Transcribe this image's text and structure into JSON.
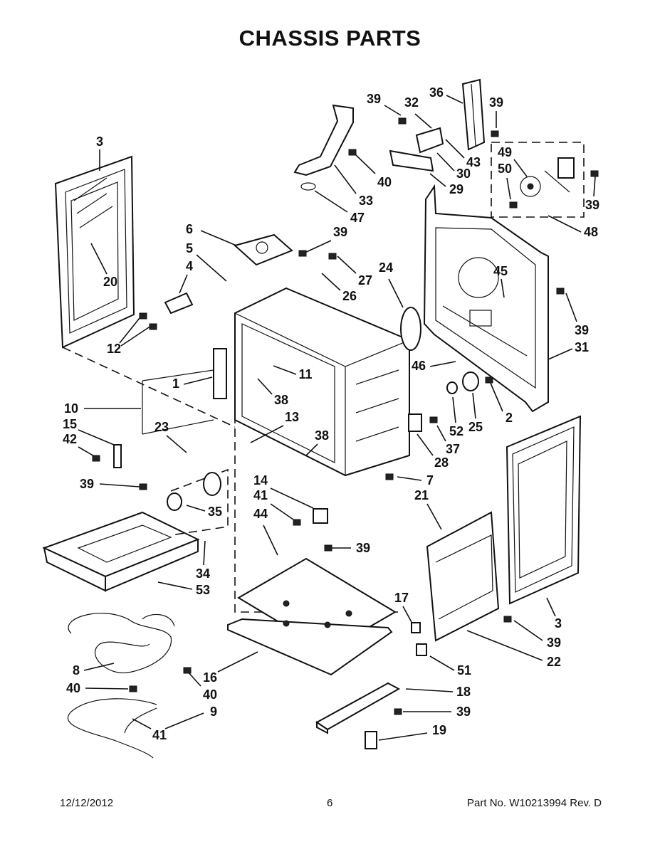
{
  "title": "CHASSIS PARTS",
  "footer": {
    "date": "12/12/2012",
    "page": "6",
    "part_number": "Part No.  W10213994  Rev.  D"
  },
  "callouts": [
    {
      "id": "c3a",
      "text": "3"
    },
    {
      "id": "c20",
      "text": "20"
    },
    {
      "id": "c6",
      "text": "6"
    },
    {
      "id": "c5",
      "text": "5"
    },
    {
      "id": "c4",
      "text": "4"
    },
    {
      "id": "c12",
      "text": "12"
    },
    {
      "id": "c39a",
      "text": "39"
    },
    {
      "id": "c27",
      "text": "27"
    },
    {
      "id": "c26",
      "text": "26"
    },
    {
      "id": "c24",
      "text": "24"
    },
    {
      "id": "c39b",
      "text": "39"
    },
    {
      "id": "c32",
      "text": "32"
    },
    {
      "id": "c36",
      "text": "36"
    },
    {
      "id": "c39c",
      "text": "39"
    },
    {
      "id": "c43",
      "text": "43"
    },
    {
      "id": "c30",
      "text": "30"
    },
    {
      "id": "c40a",
      "text": "40"
    },
    {
      "id": "c29",
      "text": "29"
    },
    {
      "id": "c33",
      "text": "33"
    },
    {
      "id": "c47",
      "text": "47"
    },
    {
      "id": "c49",
      "text": "49"
    },
    {
      "id": "c50",
      "text": "50"
    },
    {
      "id": "c39d",
      "text": "39"
    },
    {
      "id": "c48",
      "text": "48"
    },
    {
      "id": "c45",
      "text": "45"
    },
    {
      "id": "c39e",
      "text": "39"
    },
    {
      "id": "c31",
      "text": "31"
    },
    {
      "id": "c46",
      "text": "46"
    },
    {
      "id": "c2",
      "text": "2"
    },
    {
      "id": "c52",
      "text": "52"
    },
    {
      "id": "c25",
      "text": "25"
    },
    {
      "id": "c37",
      "text": "37"
    },
    {
      "id": "c28",
      "text": "28"
    },
    {
      "id": "c1",
      "text": "1"
    },
    {
      "id": "c11",
      "text": "11"
    },
    {
      "id": "c38a",
      "text": "38"
    },
    {
      "id": "c13",
      "text": "13"
    },
    {
      "id": "c38b",
      "text": "38"
    },
    {
      "id": "c10",
      "text": "10"
    },
    {
      "id": "c15",
      "text": "15"
    },
    {
      "id": "c42",
      "text": "42"
    },
    {
      "id": "c23",
      "text": "23"
    },
    {
      "id": "c39f",
      "text": "39"
    },
    {
      "id": "c7",
      "text": "7"
    },
    {
      "id": "c14",
      "text": "14"
    },
    {
      "id": "c41a",
      "text": "41"
    },
    {
      "id": "c35",
      "text": "35"
    },
    {
      "id": "c21",
      "text": "21"
    },
    {
      "id": "c44",
      "text": "44"
    },
    {
      "id": "c39g",
      "text": "39"
    },
    {
      "id": "c34",
      "text": "34"
    },
    {
      "id": "c53",
      "text": "53"
    },
    {
      "id": "c17",
      "text": "17"
    },
    {
      "id": "c3b",
      "text": "3"
    },
    {
      "id": "c39h",
      "text": "39"
    },
    {
      "id": "c22",
      "text": "22"
    },
    {
      "id": "c51",
      "text": "51"
    },
    {
      "id": "c8",
      "text": "8"
    },
    {
      "id": "c16",
      "text": "16"
    },
    {
      "id": "c40b",
      "text": "40"
    },
    {
      "id": "c40c",
      "text": "40"
    },
    {
      "id": "c9",
      "text": "9"
    },
    {
      "id": "c41b",
      "text": "41"
    },
    {
      "id": "c18",
      "text": "18"
    },
    {
      "id": "c39i",
      "text": "39"
    },
    {
      "id": "c19",
      "text": "19"
    }
  ]
}
